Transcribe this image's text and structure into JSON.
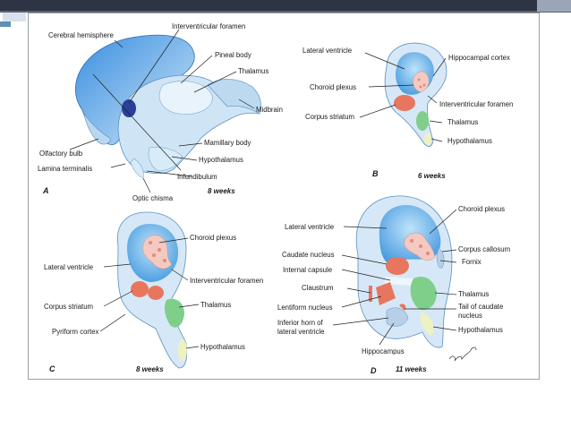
{
  "panels": {
    "A": {
      "letter": "A",
      "age": "8 weeks",
      "labels": {
        "cerebral_hemisphere": "Cerebral hemisphere",
        "interventricular_foramen": "Interventricular foramen",
        "pineal_body": "Pineal body",
        "thalamus": "Thalamus",
        "midbrain": "Midbrain",
        "mamillary_body": "Mamillary body",
        "hypothalamus": "Hypothalamus",
        "infundibulum": "Infundibulum",
        "optic_chiasma": "Optic chisma",
        "olfactory_bulb": "Olfactory bulb",
        "lamina_terminalis": "Lamina terminalis"
      }
    },
    "B": {
      "letter": "B",
      "age": "6 weeks",
      "labels": {
        "lateral_ventricle": "Lateral ventricle",
        "hippocampal_cortex": "Hippocampal cortex",
        "choroid_plexus": "Choroid plexus",
        "interventricular_foramen": "Interventricular foramen",
        "corpus_striatum": "Corpus striatum",
        "thalamus": "Thalamus",
        "hypothalamus": "Hypothalamus"
      }
    },
    "C": {
      "letter": "C",
      "age": "8 weeks",
      "labels": {
        "choroid_plexus": "Choroid plexus",
        "lateral_ventricle": "Lateral ventricle",
        "interventricular_foramen": "Interventricular foramen",
        "corpus_striatum": "Corpus striatum",
        "thalamus": "Thalamus",
        "pyriform_cortex": "Pyriform cortex",
        "hypothalamus": "Hypothalamus"
      }
    },
    "D": {
      "letter": "D",
      "age": "11 weeks",
      "labels": {
        "choroid_plexus": "Choroid plexus",
        "lateral_ventricle": "Lateral ventricle",
        "corpus_callosum": "Corpus callosum",
        "fornix": "Fornix",
        "caudate_nucleus": "Caudate nucleus",
        "internal_capsule": "Internal capsule",
        "claustrum": "Claustrum",
        "thalamus": "Thalamus",
        "lentiform_nucleus": "Lentiform nucleus",
        "tail_of_caudate_1": "Tail of caudate",
        "tail_of_caudate_2": "nucleus",
        "inferior_horn_1": "Inferior horn of",
        "inferior_horn_2": "lateral ventricle",
        "hypothalamus": "Hypothalamus",
        "hippocampus": "Hippocampus"
      }
    }
  },
  "colors": {
    "tissue_light": "#d6e8f7",
    "tissue_blue": "#4f9fe0",
    "ventricle": "#8cc8f0",
    "choroid": "#f3c9c2",
    "striatum": "#e8765f",
    "thalamus": "#7fcf8a",
    "hypothalamus": "#eef2c0"
  }
}
